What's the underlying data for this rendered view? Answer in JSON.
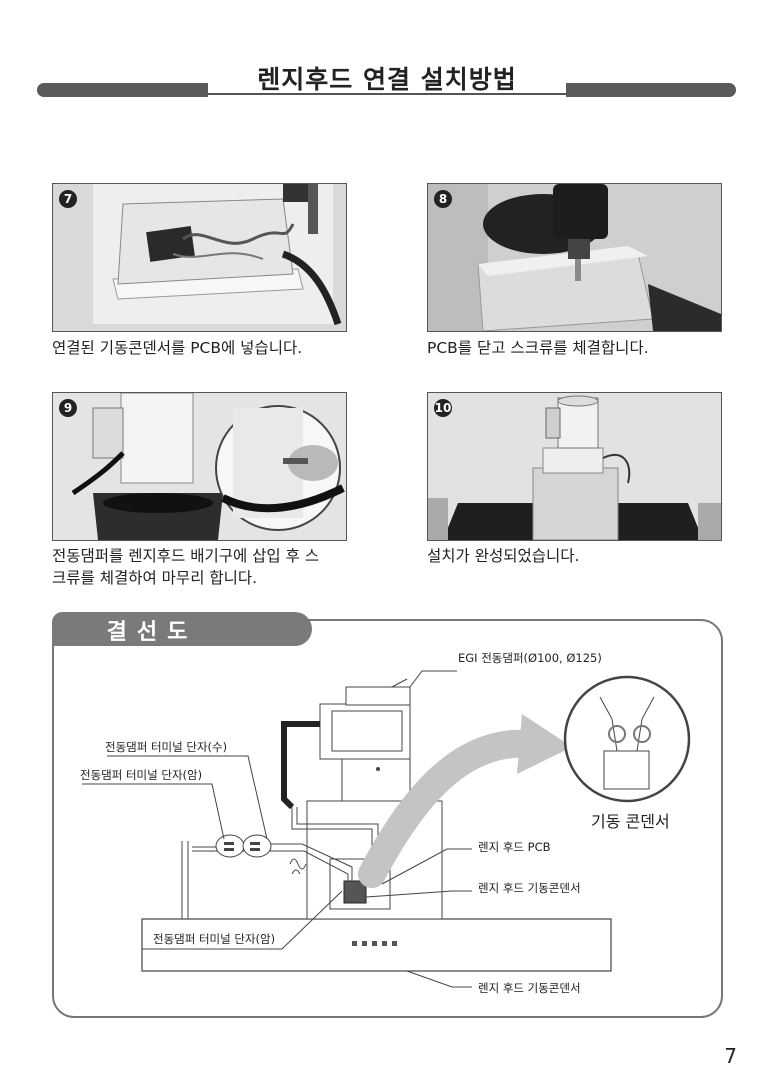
{
  "page": {
    "title": "렌지후드 연결 설치방법",
    "page_number": "7"
  },
  "steps": [
    {
      "number": "7",
      "caption": "연결된 기동콘덴서를 PCB에 넣습니다."
    },
    {
      "number": "8",
      "caption": "PCB를 닫고 스크류를 체결합니다."
    },
    {
      "number": "9",
      "caption_line1": "전동댐퍼를 렌지후드 배기구에 삽입 후 스",
      "caption_line2": "크류를 체결하여 마무리 합니다."
    },
    {
      "number": "10",
      "caption": "설치가 완성되었습니다."
    }
  ],
  "diagram": {
    "heading": "결선도",
    "labels": {
      "damper_model": "EGI 전동댐퍼(Ø100, Ø125)",
      "terminal_male": "전동댐퍼 터미널 단자(수)",
      "terminal_female": "전동댐퍼 터미널 단자(암)",
      "terminal_female_bottom": "전동댐퍼 터미널 단자(암)",
      "pcb": "렌지 후드 PCB",
      "capacitor_inner": "렌지 후드 기동콘덴서",
      "capacitor_bottom": "렌지 후드 기동콘덴서",
      "capacitor_callout": "기동 콘덴서"
    }
  },
  "colors": {
    "title_bar": "#5a5a5a",
    "panel_tab": "#7a7a7a",
    "panel_border": "#777777",
    "arrow": "#bdbdbd"
  }
}
